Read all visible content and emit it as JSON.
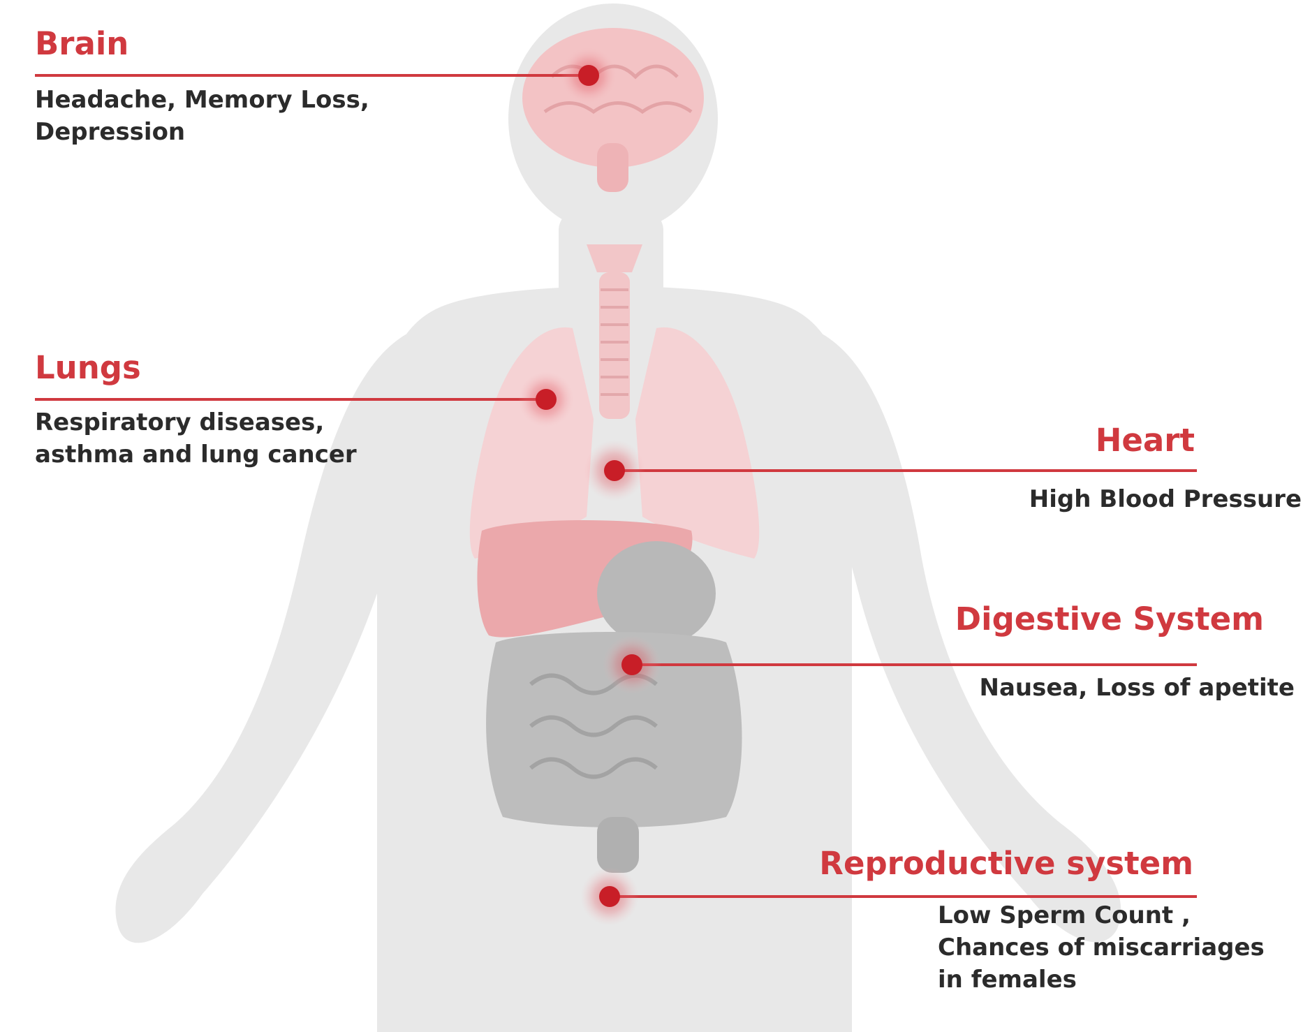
{
  "colors": {
    "accent": "#d0393f",
    "marker": "#c81e27",
    "text": "#2b2b2b",
    "body_silhouette": "#e8e8e8",
    "organ_pink": "#f3c3c5",
    "organ_gray": "#b6b6b6"
  },
  "organs": [
    {
      "id": "brain",
      "title": "Brain",
      "description": "Headache, Memory Loss,\nDepression"
    },
    {
      "id": "lungs",
      "title": "Lungs",
      "description": "Respiratory diseases,\nasthma and lung cancer"
    },
    {
      "id": "heart",
      "title": "Heart",
      "description": "High Blood Pressure"
    },
    {
      "id": "digestive",
      "title": "Digestive System",
      "description": "Nausea, Loss of apetite"
    },
    {
      "id": "reproductive",
      "title": "Reproductive system",
      "description": "Low Sperm Count ,\nChances of miscarriages\nin females"
    }
  ]
}
